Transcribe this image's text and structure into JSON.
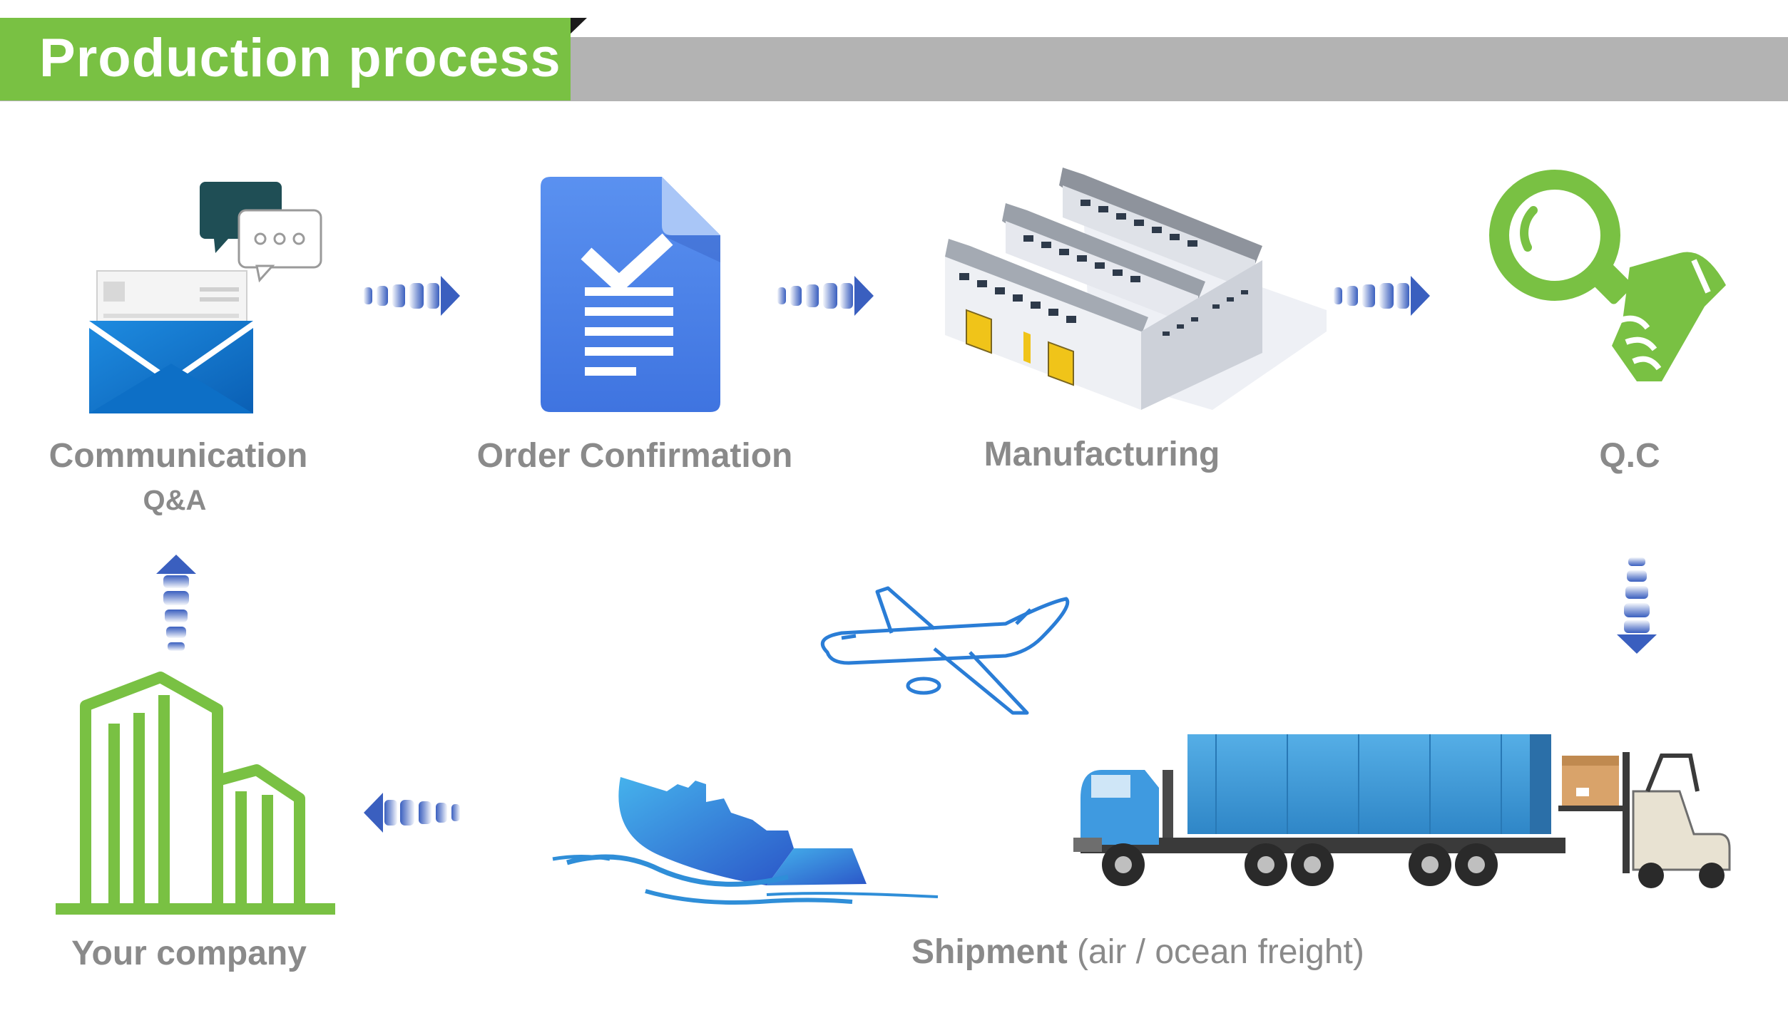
{
  "header": {
    "title": "Production process"
  },
  "steps": {
    "communication": {
      "label": "Communication",
      "sublabel": "Q&A",
      "icon": "email-chat-icon"
    },
    "order": {
      "label": "Order Confirmation",
      "icon": "document-check-icon"
    },
    "manufacturing": {
      "label": "Manufacturing",
      "icon": "factory-icon"
    },
    "qc": {
      "label": "Q.C",
      "icon": "magnifier-hand-icon"
    },
    "shipment": {
      "label_bold": "Shipment",
      "label_rest": " (air / ocean freight)",
      "icons": [
        "airplane-icon",
        "ship-icon",
        "truck-icon",
        "forklift-icon"
      ]
    },
    "company": {
      "label": "Your company",
      "icon": "building-icon"
    }
  },
  "colors": {
    "accent_green": "#79c143",
    "header_gray": "#b3b3b3",
    "arrow_blue": "#3a5fbf",
    "label_gray": "#8a8a8a",
    "doc_blue": "#4f86ec",
    "truck_blue": "#3d9ad8"
  }
}
